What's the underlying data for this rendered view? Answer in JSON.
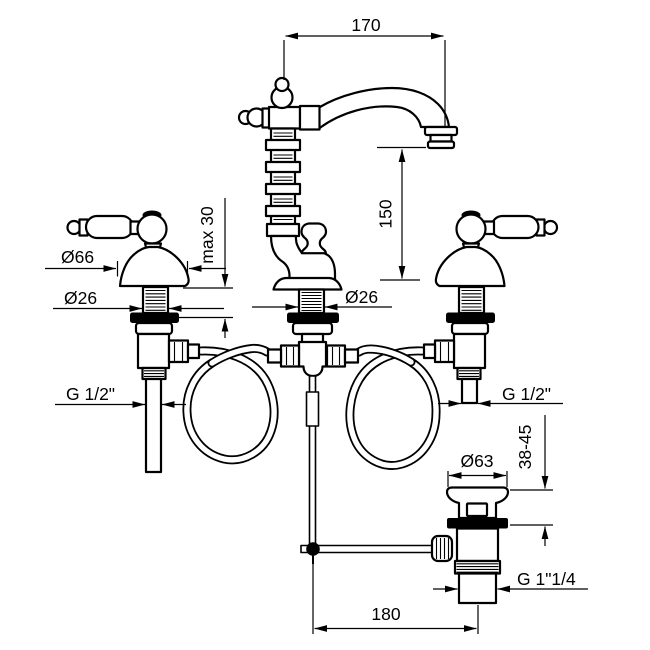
{
  "diagram": {
    "subject": "three-hole basin mixer faucet with lever handles, flexible hoses and pop-up waste - dimensional drawing",
    "colors": {
      "line": "#000000",
      "background": "#ffffff"
    },
    "labels": {
      "spout_reach": "170",
      "spout_height": "150",
      "max_deck_thickness": "max 30",
      "handle_base_diameter": "Ø66",
      "left_shank_diameter": "Ø26",
      "center_shank_diameter": "Ø26",
      "left_inlet_thread": "G 1/2\"",
      "right_inlet_thread": "G 1/2\"",
      "waste_flange_diameter": "Ø63",
      "waste_height_range": "38-45",
      "waste_thread": "G 1\"1/4",
      "rod_offset": "180"
    }
  }
}
